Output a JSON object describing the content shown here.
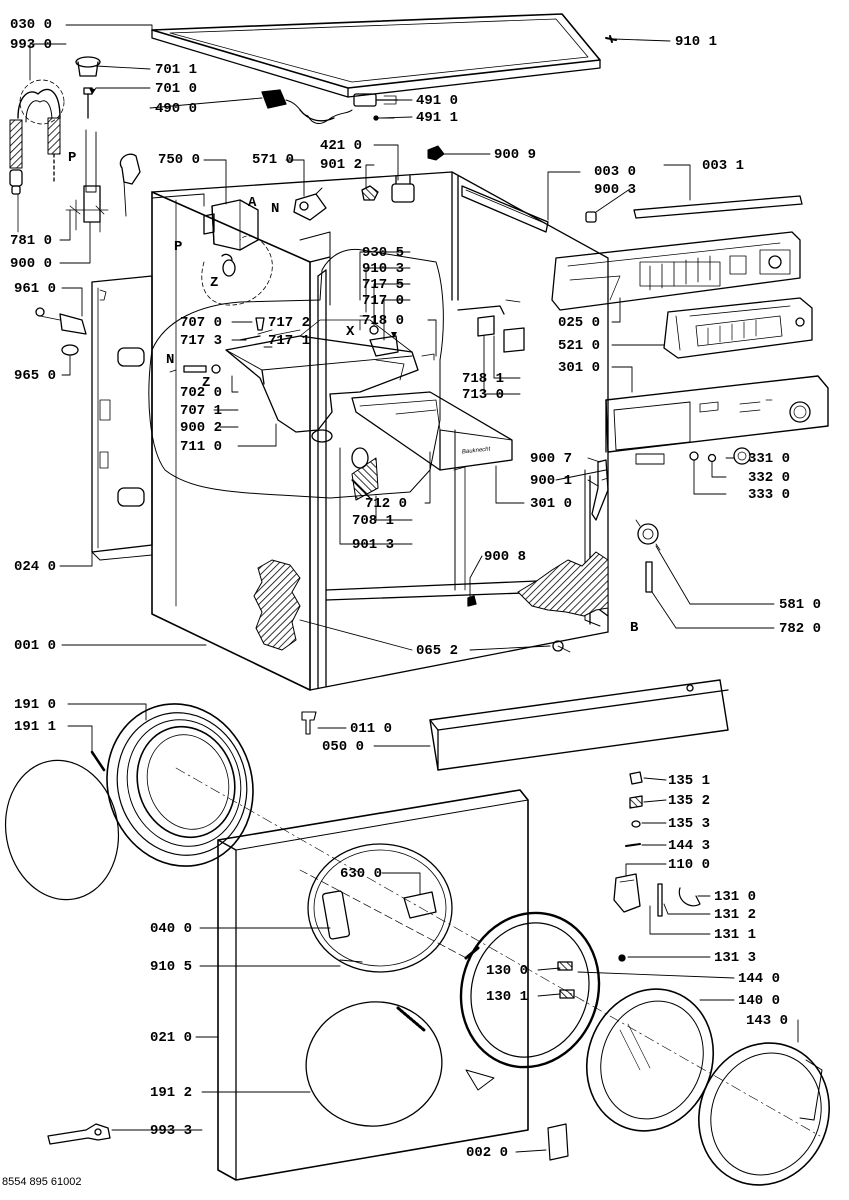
{
  "document_id": "8554 895 61002",
  "callouts": {
    "c0300": "030 0",
    "c9930": "993 0",
    "c7011": "701 1",
    "c7010": "701 0",
    "c4900": "490 0",
    "c4910": "491 0",
    "c4911": "491 1",
    "c9101": "910 1",
    "c7500": "750 0",
    "c5710": "571 0",
    "c4210": "421 0",
    "c9012": "901 2",
    "c9009": "900 9",
    "c0030": "003 0",
    "c0031": "003 1",
    "c9003": "900 3",
    "c7810": "781 0",
    "c9000": "900 0",
    "c9305": "930 5",
    "c9103": "910 3",
    "c7175": "717 5",
    "c7170": "717 0",
    "c7180": "718 0",
    "c9610": "961 0",
    "c7070": "707 0",
    "c7172": "717 2",
    "c7173": "717 3",
    "c7171": "717 1",
    "c0250": "025 0",
    "c5210": "521 0",
    "c3010a": "301 0",
    "c9650": "965 0",
    "c7020": "702 0",
    "c7071": "707 1",
    "c9002": "900 2",
    "c7110": "711 0",
    "c7181": "718 1",
    "c7130": "713 0",
    "c9007": "900 7",
    "c9001": "900 1",
    "c3310": "331 0",
    "c3320": "332 0",
    "c3330": "333 0",
    "c7120": "712 0",
    "c3010b": "301 0",
    "c7081": "708 1",
    "c9013": "901 3",
    "c0240": "024 0",
    "c9008": "900 8",
    "c5810": "581 0",
    "c7820": "782 0",
    "c0652": "065 2",
    "c0010": "001 0",
    "c1910": "191 0",
    "c1911": "191 1",
    "c0110": "011 0",
    "c0500": "050 0",
    "c1351": "135 1",
    "c1352": "135 2",
    "c1353": "135 3",
    "c1443": "144 3",
    "c1100": "110 0",
    "c1310": "131 0",
    "c1312": "131 2",
    "c1311": "131 1",
    "c1313": "131 3",
    "c6300": "630 0",
    "c0400": "040 0",
    "c9105": "910 5",
    "c1300": "130 0",
    "c1301": "130 1",
    "c1440": "144 0",
    "c1400": "140 0",
    "c1430": "143 0",
    "c0210": "021 0",
    "c1912": "191 2",
    "c9933": "993 3",
    "c0020": "002 0"
  },
  "markers": {
    "P1": "P",
    "P2": "P",
    "A": "A",
    "N1": "N",
    "N2": "N",
    "Z1": "Z",
    "Z2": "Z",
    "X": "X",
    "B": "B"
  },
  "panel_brand_text": "Bauknecht"
}
